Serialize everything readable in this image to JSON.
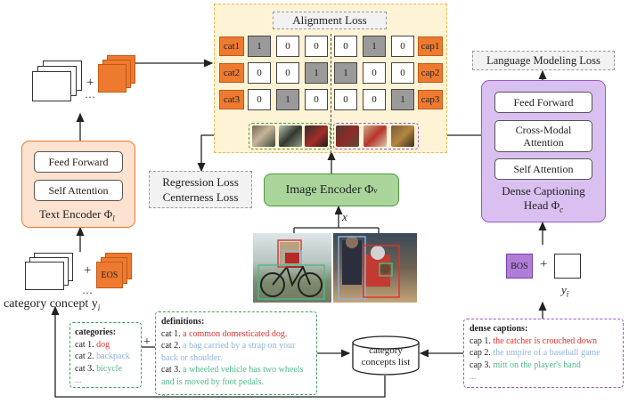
{
  "alignment_loss": "Alignment Loss",
  "language_modeling_loss": "Language Modeling Loss",
  "regression_loss": [
    "Regression Loss",
    "Centerness Loss"
  ],
  "image_encoder": {
    "label": "Image Encoder Φ",
    "sub": "v"
  },
  "text_encoder": {
    "label": "Text Encoder Φ",
    "sub": "l",
    "layers": [
      "Feed Forward",
      "Self Attention"
    ]
  },
  "dense_head": {
    "line1": "Dense Captioning",
    "line2": "Head Φ",
    "sub": "c",
    "layers": [
      "Feed Forward",
      "Cross-Modal\nAttention",
      "Self Attention"
    ]
  },
  "matrix": {
    "rows": [
      "cat1",
      "cat2",
      "cat3"
    ],
    "caps": [
      "cap1",
      "cap2",
      "cap3"
    ],
    "values": [
      [
        "1",
        "0",
        "0",
        "0",
        "1",
        "0"
      ],
      [
        "0",
        "0",
        "1",
        "1",
        "0",
        "0"
      ],
      [
        "0",
        "1",
        "0",
        "0",
        "0",
        "1"
      ]
    ]
  },
  "plus": "+",
  "dots": "···",
  "eos": "EOS",
  "bos": "BOS",
  "x_label": "x",
  "y_label": {
    "base": "y",
    "sub": "i"
  },
  "category_concept": {
    "base": "category concept y",
    "sub": "i"
  },
  "category_concepts_list": [
    "category",
    "concepts list"
  ],
  "categories": {
    "title": "categories:",
    "items": [
      {
        "prefix": "cat 1.",
        "text": "dog",
        "color": "#e0312c"
      },
      {
        "prefix": "cat 2.",
        "text": "backpack",
        "color": "#8fb4e0"
      },
      {
        "prefix": "cat 3.",
        "text": "bicycle",
        "color": "#4fb98a"
      }
    ],
    "ellipsis": "..."
  },
  "definitions": {
    "title": "definitions:",
    "items": [
      {
        "prefix": "cat 1.",
        "text": "a common domesticated dog.",
        "color": "#e0312c"
      },
      {
        "prefix": "cat 2.",
        "text": "a bag carried by a strap on your back or shoulder.",
        "color": "#8fb4e0"
      },
      {
        "prefix": "cat 3.",
        "text": "a wheeled vehicle has two wheels and is moved by foot pedals.",
        "color": "#4fb98a"
      }
    ],
    "ellipsis": "..."
  },
  "dense_captions": {
    "title": "dense captions:",
    "items": [
      {
        "prefix": "cap 1.",
        "text": "the catcher is crouched down",
        "color": "#e0312c"
      },
      {
        "prefix": "cap 2.",
        "text": "the umpire of a baseball game",
        "color": "#8fb4e0"
      },
      {
        "prefix": "cap 3.",
        "text": "mitt on the player's hand",
        "color": "#4fb98a"
      }
    ],
    "ellipsis": "..."
  },
  "colors": {
    "orange": "#ee7a30",
    "green": "#a9d59b",
    "purple": "#c9a6e6",
    "panel": "#fff3d6"
  }
}
